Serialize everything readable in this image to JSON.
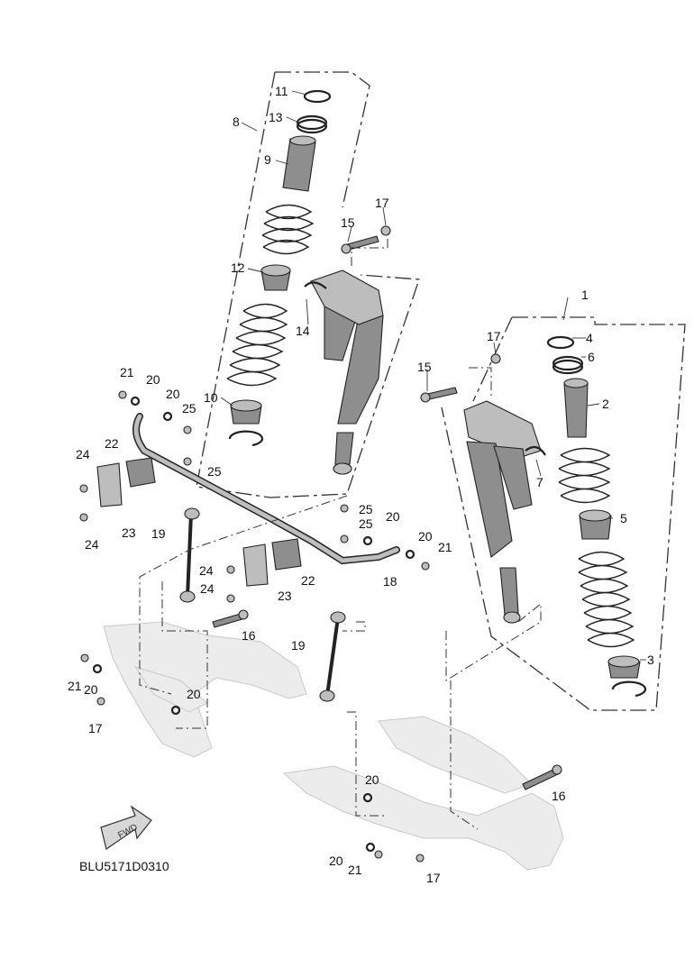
{
  "diagram_code": "BLU5171D0310",
  "fwd_label": "FWD",
  "callouts": [
    {
      "id": "c1",
      "text": "1"
    },
    {
      "id": "c2",
      "text": "2"
    },
    {
      "id": "c3",
      "text": "3"
    },
    {
      "id": "c4",
      "text": "4"
    },
    {
      "id": "c5",
      "text": "5"
    },
    {
      "id": "c6",
      "text": "6"
    },
    {
      "id": "c7",
      "text": "7"
    },
    {
      "id": "c8",
      "text": "8"
    },
    {
      "id": "c9",
      "text": "9"
    },
    {
      "id": "c10",
      "text": "10"
    },
    {
      "id": "c11",
      "text": "11"
    },
    {
      "id": "c12",
      "text": "12"
    },
    {
      "id": "c13",
      "text": "13"
    },
    {
      "id": "c14",
      "text": "14"
    },
    {
      "id": "c15a",
      "text": "15"
    },
    {
      "id": "c15b",
      "text": "15"
    },
    {
      "id": "c16a",
      "text": "16"
    },
    {
      "id": "c16b",
      "text": "16"
    },
    {
      "id": "c17a",
      "text": "17"
    },
    {
      "id": "c17b",
      "text": "17"
    },
    {
      "id": "c17c",
      "text": "17"
    },
    {
      "id": "c17d",
      "text": "17"
    },
    {
      "id": "c18",
      "text": "18"
    },
    {
      "id": "c19a",
      "text": "19"
    },
    {
      "id": "c19b",
      "text": "19"
    },
    {
      "id": "c20a",
      "text": "20"
    },
    {
      "id": "c20b",
      "text": "20"
    },
    {
      "id": "c20c",
      "text": "20"
    },
    {
      "id": "c20d",
      "text": "20"
    },
    {
      "id": "c20e",
      "text": "20"
    },
    {
      "id": "c20f",
      "text": "20"
    },
    {
      "id": "c20g",
      "text": "20"
    },
    {
      "id": "c20h",
      "text": "20"
    },
    {
      "id": "c21a",
      "text": "21"
    },
    {
      "id": "c21b",
      "text": "21"
    },
    {
      "id": "c21c",
      "text": "21"
    },
    {
      "id": "c21d",
      "text": "21"
    },
    {
      "id": "c22a",
      "text": "22"
    },
    {
      "id": "c22b",
      "text": "22"
    },
    {
      "id": "c23a",
      "text": "23"
    },
    {
      "id": "c23b",
      "text": "23"
    },
    {
      "id": "c24a",
      "text": "24"
    },
    {
      "id": "c24b",
      "text": "24"
    },
    {
      "id": "c24c",
      "text": "24"
    },
    {
      "id": "c24d",
      "text": "24"
    },
    {
      "id": "c25a",
      "text": "25"
    },
    {
      "id": "c25b",
      "text": "25"
    },
    {
      "id": "c25c",
      "text": "25"
    },
    {
      "id": "c25d",
      "text": "25"
    }
  ]
}
